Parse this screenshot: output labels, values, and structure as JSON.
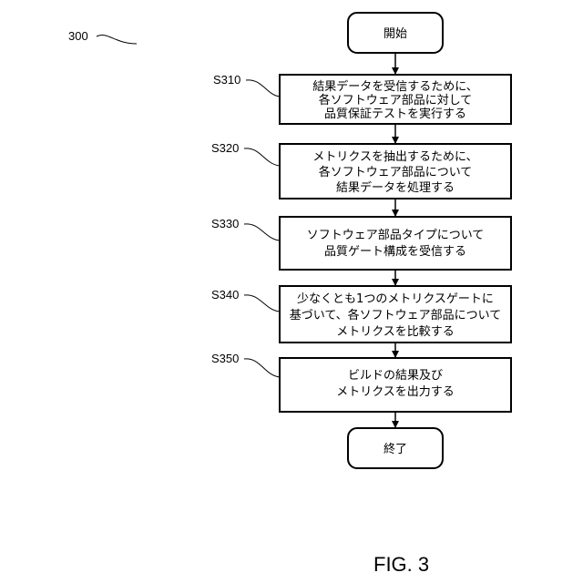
{
  "figure": {
    "ref": "300",
    "caption": "FIG. 3"
  },
  "terminals": {
    "start": "開始",
    "end": "終了"
  },
  "steps": [
    {
      "label": "S310",
      "lines": [
        "結果データを受信するために、",
        "各ソフトウェア部品に対して",
        "品質保証テストを実行する"
      ]
    },
    {
      "label": "S320",
      "lines": [
        "メトリクスを抽出するために、",
        "各ソフトウェア部品について",
        "結果データを処理する"
      ]
    },
    {
      "label": "S330",
      "lines": [
        "ソフトウェア部品タイプについて",
        "品質ゲート構成を受信する"
      ]
    },
    {
      "label": "S340",
      "lines": [
        "少なくとも1つのメトリクスゲートに",
        "基づいて、各ソフトウェア部品について",
        "メトリクスを比較する"
      ]
    },
    {
      "label": "S350",
      "lines": [
        "ビルドの結果及び",
        "メトリクスを出力する"
      ]
    }
  ]
}
